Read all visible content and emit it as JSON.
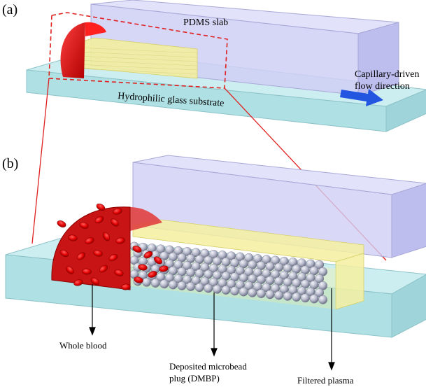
{
  "panels": {
    "a": {
      "tag": "(a)",
      "pdms_label": "PDMS slab",
      "substrate_label": "Hydrophilic glass substrate",
      "flow_label_line1": "Capillary-driven",
      "flow_label_line2": "flow direction"
    },
    "b": {
      "tag": "(b)",
      "whole_blood_label": "Whole blood",
      "dmbp_label_line1": "Deposited microbead",
      "dmbp_label_line2": "plug (DMBP)",
      "plasma_label": "Filtered plasma"
    }
  },
  "colors": {
    "pdms": "#c9c9f2",
    "glass": "#bfe8ea",
    "plug_yellow": "#f4f0a0",
    "blood": "#d41010",
    "bead": "#b5b8cc",
    "flow_arrow": "#2255e0",
    "zoom_lines": "#e02020"
  }
}
